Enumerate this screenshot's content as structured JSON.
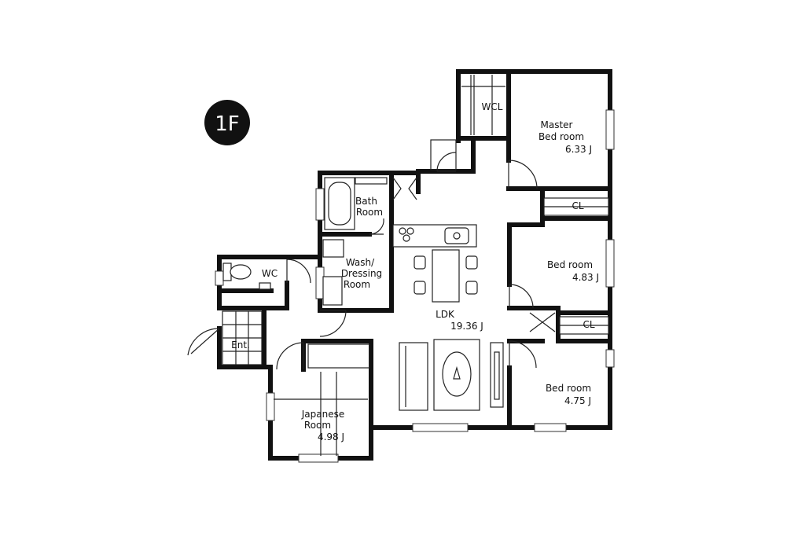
{
  "floor_badge": "1F",
  "rooms": {
    "wcl": "WCL",
    "master_bedroom": {
      "name_line1": "Master",
      "name_line2": "Bed room",
      "size": "6.33 J"
    },
    "closet_1": "CL",
    "bedroom_2": {
      "name": "Bed room",
      "size": "4.83 J"
    },
    "closet_2": "CL",
    "bedroom_3": {
      "name": "Bed room",
      "size": "4.75 J"
    },
    "bath": {
      "line1": "Bath",
      "line2": "Room"
    },
    "wash": {
      "line1": "Wash/",
      "line2": "Dressing",
      "line3": "Room"
    },
    "wc": "WC",
    "entrance": "Ent.",
    "ldk": {
      "name": "LDK",
      "size": "19.36 J"
    },
    "japanese": {
      "line1": "Japanese",
      "line2": "Room",
      "size": "4.98 J"
    }
  }
}
